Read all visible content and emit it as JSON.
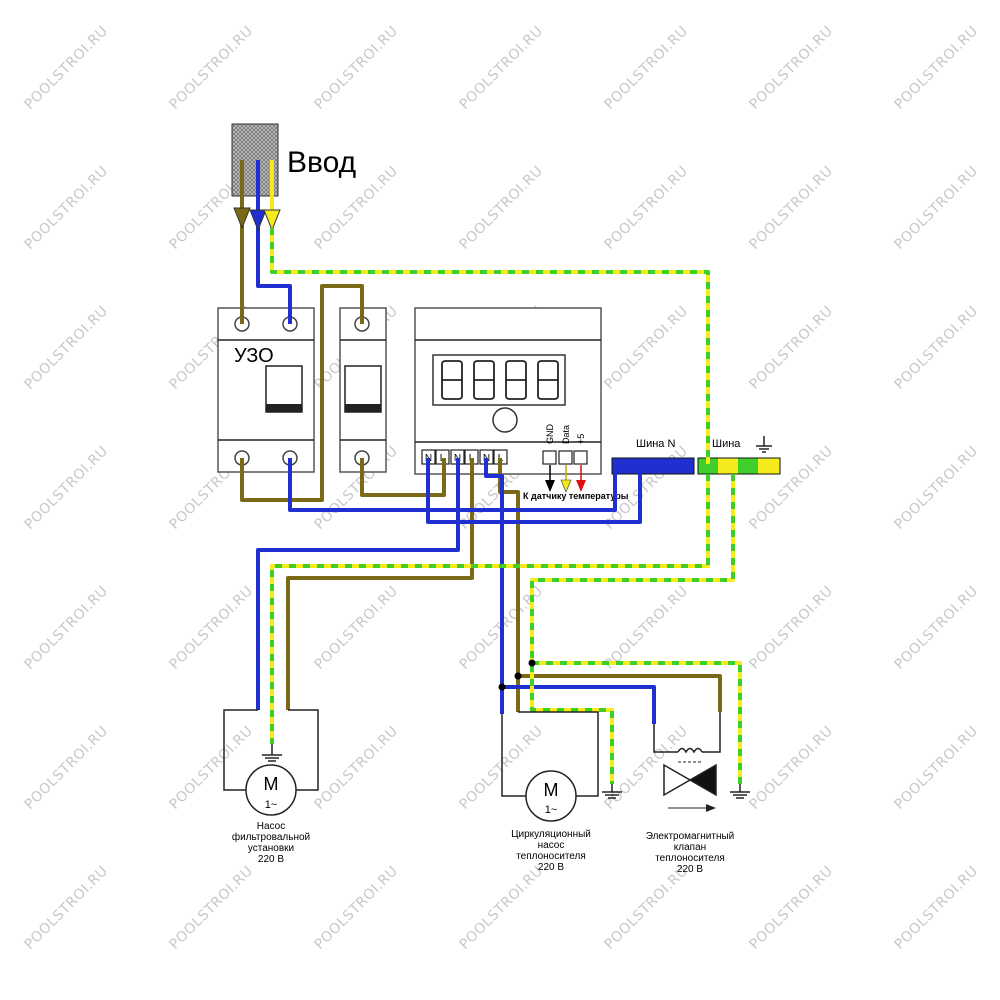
{
  "title": "Ввод",
  "rcd_label": "УЗО",
  "controller": {
    "terminals": [
      "N",
      "L",
      "N",
      "L",
      "N",
      "L"
    ],
    "sensor_terminals": [
      "GND",
      "Data",
      "+5"
    ],
    "sensor_note": "К датчику температуры"
  },
  "bus_n_label": "Шина N",
  "bus_pe_label": "Шина",
  "loads": [
    {
      "symbol": "M",
      "lines": [
        "Насос",
        "фильтровальной",
        "установки",
        "220 В"
      ]
    },
    {
      "symbol": "M",
      "lines": [
        "Циркуляционный",
        "насос",
        "теплоносителя",
        "220 В"
      ]
    },
    {
      "lines": [
        "Электромагнитный",
        "клапан",
        "теплоносителя",
        "220 В"
      ]
    }
  ],
  "watermark": "POOLSTROI.RU",
  "colors": {
    "phase": "#7a6a18",
    "neutral": "#1f2fd0",
    "pe_yellow": "#f4ea1c",
    "pe_green": "#3fcf2a"
  }
}
